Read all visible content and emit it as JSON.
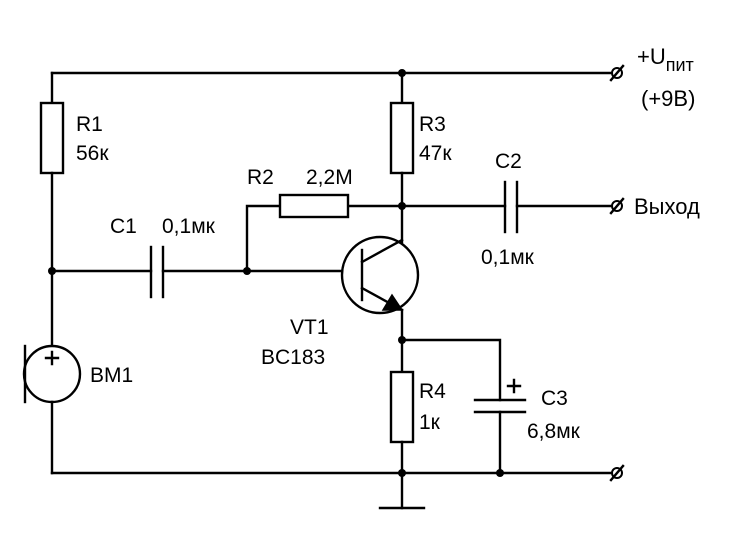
{
  "components": {
    "r1": {
      "ref": "R1",
      "value": "56к"
    },
    "r2": {
      "ref": "R2",
      "value": "2,2М"
    },
    "r3": {
      "ref": "R3",
      "value": "47к"
    },
    "r4": {
      "ref": "R4",
      "value": "1к"
    },
    "c1": {
      "ref": "C1",
      "value": "0,1мк"
    },
    "c2": {
      "ref": "C2",
      "value": "0,1мк"
    },
    "c3": {
      "ref": "C3",
      "value": "6,8мк",
      "polarity": "+"
    },
    "vt1": {
      "ref": "VT1",
      "value": "BC183"
    },
    "bm1": {
      "ref": "BM1",
      "polarity": "+"
    }
  },
  "terminals": {
    "supply": {
      "u": "+U",
      "sub": "пит",
      "voltage": "(+9В)"
    },
    "output": {
      "label": "Выход"
    }
  },
  "colors": {
    "ink": "#000000",
    "background": "#ffffff"
  }
}
